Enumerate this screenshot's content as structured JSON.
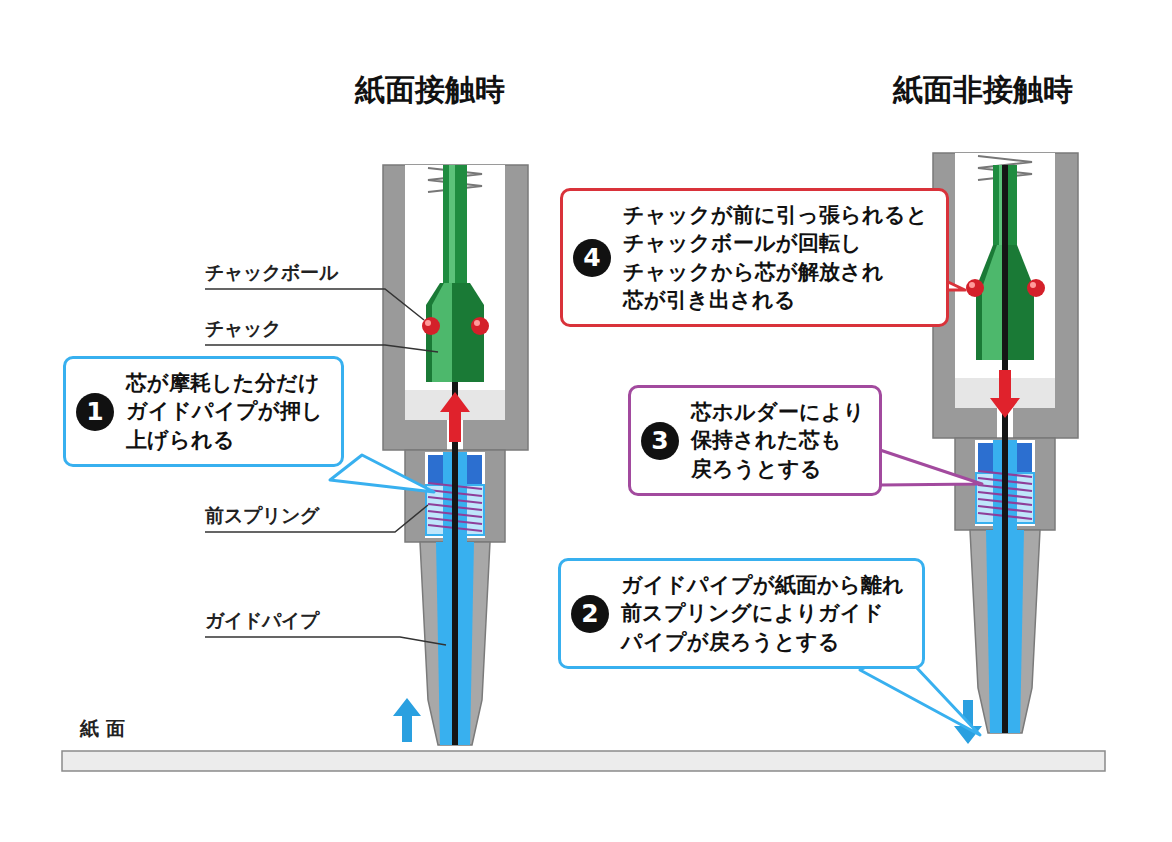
{
  "diagram": {
    "nodes": [
      {
        "text": [
          "4",
          "チャックが前に引っ張られると チャックボールが回転し チャックから芯が解放され 芯が引き出される"
        ]
      },
      {
        "text": [
          "1",
          "芯が摩耗した分だけ ガイドパイプが押し 上げられる"
        ]
      },
      {
        "text": [
          "3",
          "芯ホルダーにより 保持された芯も 戻ろうとする"
        ]
      },
      {
        "text": [
          "2",
          "ガイドパイプが紙面から離れ 前スプリングによりガイド パイプが戻ろうとする"
        ]
      }
    ],
    "labels": [
      "紙面接触時",
      "紙面非接触時",
      "チャックボール",
      "チャック",
      "前スプリング",
      "ガイドパイプ",
      "紙 面"
    ]
  }
}
